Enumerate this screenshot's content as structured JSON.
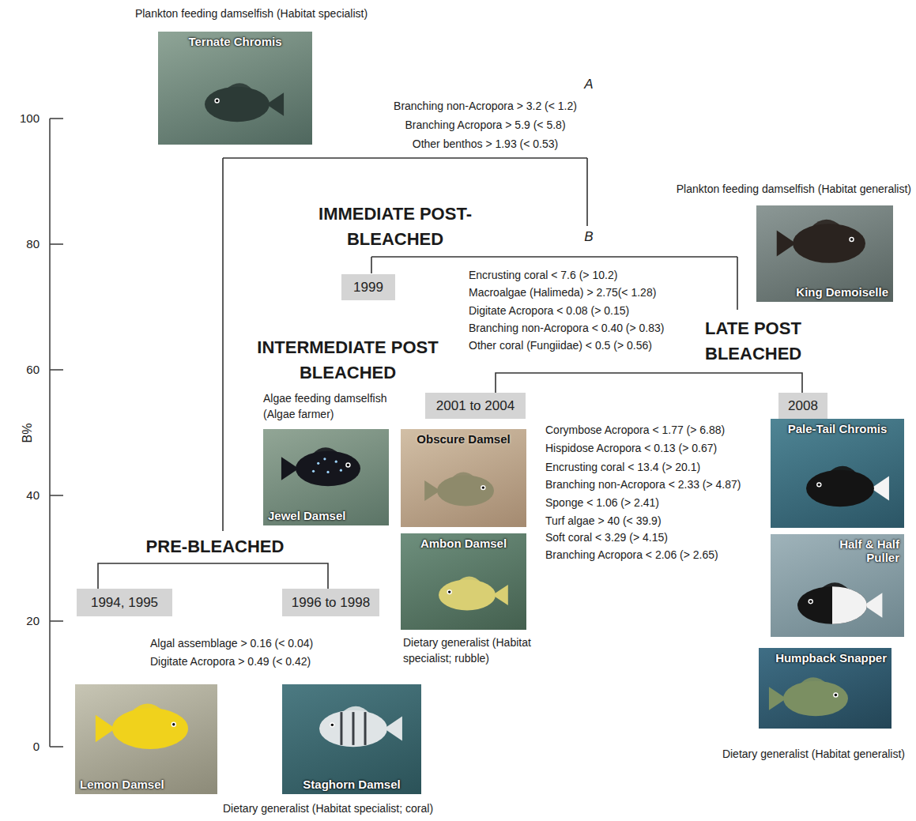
{
  "diagram": {
    "nodes": [
      {
        "text": [
          "Ternate Chromis"
        ]
      },
      {
        "text": [
          "King Demoiselle"
        ]
      },
      {
        "text": [
          "1999"
        ]
      },
      {
        "text": [
          "Jewel Damsel"
        ]
      },
      {
        "text": [
          "2001 to 2004"
        ]
      },
      {
        "text": [
          "2008"
        ]
      },
      {
        "text": [
          "Obscure Damsel"
        ]
      },
      {
        "text": [
          "Pale-Tail Chromis"
        ]
      },
      {
        "text": [
          "Ambon Damsel"
        ]
      },
      {
        "text": [
          "Half & Half Puller"
        ]
      },
      {
        "text": [
          "1994, 1995"
        ]
      },
      {
        "text": [
          "1996 to 1998"
        ]
      },
      {
        "text": [
          "Humpback Snapper"
        ]
      },
      {
        "text": [
          "Lemon Damsel"
        ]
      },
      {
        "text": [
          "Staghorn Damsel"
        ]
      }
    ],
    "edges": [
      {
        "from": 10,
        "to": 11,
        "arrow": "none"
      },
      {
        "from": 4,
        "to": 5,
        "arrow": "none"
      }
    ],
    "labels": [
      "Plankton feeding damselfish (Habitat specialist)",
      "A",
      "Branching non-Acropora > 3.2 (< 1.2)",
      "Branching Acropora > 5.9 (< 5.8)",
      "Other benthos > 1.93 (< 0.53)",
      "Plankton feeding damselfish (Habitat generalist)",
      "IMMEDIATE POST-BLEACHED",
      "B",
      "Encrusting coral < 7.6 (> 10.2)",
      "Macroalgae (Halimeda) > 2.75(< 1.28)",
      "Digitate Acropora < 0.08 (> 0.15)",
      "Branching non-Acropora < 0.40 (> 0.83)",
      "Other coral (Fungiidae) < 0.5 (> 0.56)",
      "LATE POST BLEACHED",
      "INTERMEDIATE POST BLEACHED",
      "Algae feeding damselfish (Algae farmer)",
      "Corymbose Acropora < 1.77 (> 6.88)",
      "Hispidose Acropora < 0.13 (> 0.67)",
      "Encrusting coral < 13.4 (> 20.1)",
      "Branching non-Acropora < 2.33 (> 4.87)",
      "Sponge < 1.06 (> 2.41)",
      "Turf algae > 40 (< 39.9)",
      "Soft coral < 3.29 (> 4.15)",
      "Branching Acropora < 2.06 (> 2.65)",
      "Dietary generalist (Habitat specialist; rubble)",
      "PRE-BLEACHED",
      "Algal assemblage > 0.16 (< 0.04)",
      "Digitate Acropora > 0.49 (< 0.42)",
      "Dietary generalist (Habitat generalist)",
      "Dietary generalist (Habitat specialist; coral)",
      "B%",
      "100",
      "80",
      "60",
      "40",
      "20",
      "0"
    ]
  }
}
